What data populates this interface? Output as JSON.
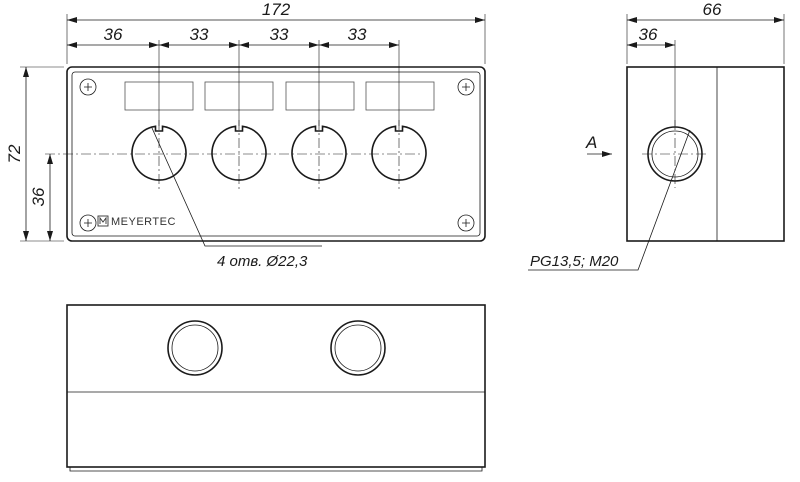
{
  "dimensions": {
    "overall_width": "172",
    "spacing_first": "36",
    "spacing_second": "33",
    "spacing_third": "33",
    "spacing_fourth": "33",
    "overall_height": "72",
    "center_height": "36",
    "side_depth": "66",
    "side_center": "36"
  },
  "notes": {
    "holes": "4 отв. Ø22,3",
    "gland": "PG13,5; M20"
  },
  "view_label": "A",
  "brand": "MEYERTEC",
  "brand_logo_icon": "meyertec-logo-icon"
}
